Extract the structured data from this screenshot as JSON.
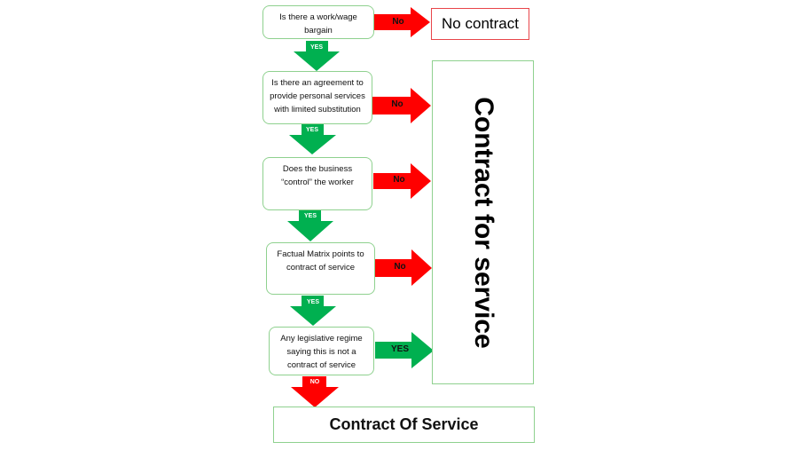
{
  "questions": [
    "Is there a work/wage bargain",
    "Is there an agreement to provide personal services with limited substitution",
    "Does the business “control” the worker",
    "Factual Matrix points to contract of service",
    "Any legislative regime saying this is not a contract of service"
  ],
  "down_arrow_labels": [
    "YES",
    "YES",
    "YES",
    "YES",
    "NO"
  ],
  "side_arrow_labels": [
    "No",
    "No",
    "No",
    "No",
    "YES"
  ],
  "outcomes": {
    "no_contract": "No contract",
    "contract_for_service": "Contract for service",
    "contract_of_service": "Contract Of Service"
  },
  "colors": {
    "green_arrow": "#00b050",
    "red_arrow": "#ff0000",
    "box_border_green": "#8fd18f",
    "box_border_red": "#e8454a"
  }
}
